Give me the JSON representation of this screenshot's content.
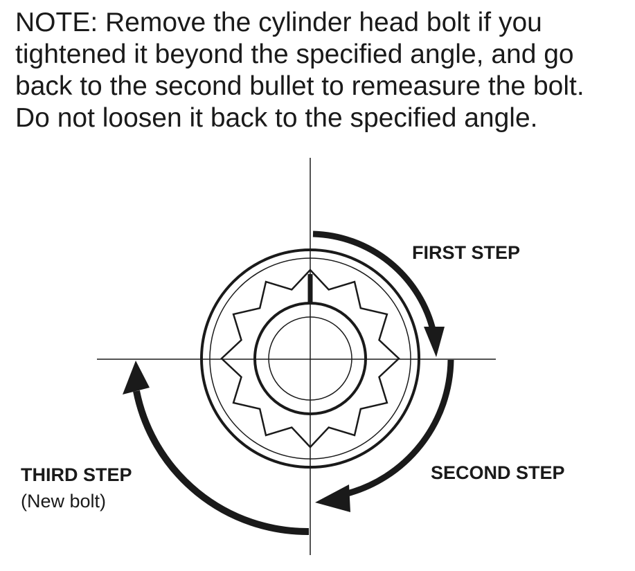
{
  "note": {
    "lines": [
      "NOTE: Remove the cylinder head bolt if you",
      "tightened it beyond the specified angle, and go",
      "back to the second bullet to remeasure the bolt.",
      "Do not loosen it back to the specified angle."
    ]
  },
  "diagram": {
    "labels": {
      "first_step": "FIRST STEP",
      "second_step": "SECOND STEP",
      "third_step": "THIRD STEP",
      "third_step_note": "(New bolt)"
    },
    "steps": [
      {
        "name": "FIRST STEP",
        "rotation": "clockwise"
      },
      {
        "name": "SECOND STEP",
        "rotation": "clockwise"
      },
      {
        "name": "THIRD STEP",
        "rotation": "clockwise"
      }
    ],
    "colors": {
      "ink": "#1a1a1a",
      "background": "#ffffff"
    }
  }
}
